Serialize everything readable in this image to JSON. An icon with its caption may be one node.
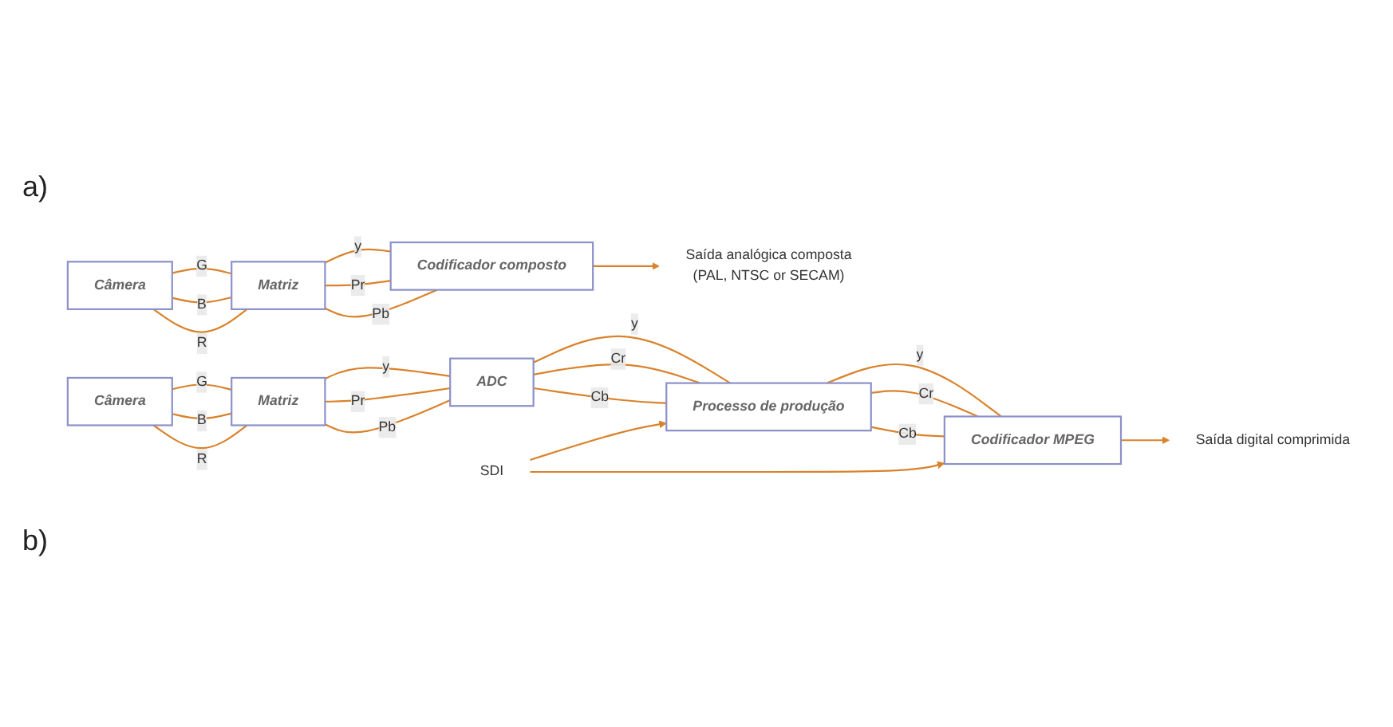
{
  "diagram": {
    "nodes": [
      {
        "text": [
          "Câmera"
        ]
      },
      {
        "text": [
          "Matriz"
        ]
      },
      {
        "text": [
          "Codificador composto"
        ]
      },
      {
        "text": [
          "Saída analógica composta",
          "(PAL, NTSC or SECAM)"
        ]
      },
      {
        "text": [
          "Câmera"
        ]
      },
      {
        "text": [
          "Matriz"
        ]
      },
      {
        "text": [
          "ADC"
        ]
      },
      {
        "text": [
          "Processo de produção"
        ]
      },
      {
        "text": [
          "Codificador MPEG"
        ]
      },
      {
        "text": [
          "Saída digital comprimida"
        ]
      },
      {
        "text": [
          "SDI"
        ]
      }
    ],
    "edges": [
      {
        "from": 0,
        "to": 1,
        "arrow": "none",
        "label": "G"
      },
      {
        "from": 0,
        "to": 1,
        "arrow": "none",
        "label": "B"
      },
      {
        "from": 0,
        "to": 1,
        "arrow": "none",
        "label": "R"
      },
      {
        "from": 1,
        "to": 2,
        "arrow": "none",
        "label": "y"
      },
      {
        "from": 1,
        "to": 2,
        "arrow": "none",
        "label": "Pr"
      },
      {
        "from": 1,
        "to": 2,
        "arrow": "none",
        "label": "Pb"
      },
      {
        "from": 2,
        "to": 3,
        "arrow": "to"
      },
      {
        "from": 4,
        "to": 5,
        "arrow": "none",
        "label": "G"
      },
      {
        "from": 4,
        "to": 5,
        "arrow": "none",
        "label": "B"
      },
      {
        "from": 4,
        "to": 5,
        "arrow": "none",
        "label": "R"
      },
      {
        "from": 5,
        "to": 6,
        "arrow": "none",
        "label": "y"
      },
      {
        "from": 5,
        "to": 6,
        "arrow": "none",
        "label": "Pr"
      },
      {
        "from": 5,
        "to": 6,
        "arrow": "none",
        "label": "Pb"
      },
      {
        "from": 6,
        "to": 7,
        "arrow": "none",
        "label": "y"
      },
      {
        "from": 6,
        "to": 7,
        "arrow": "none",
        "label": "Cr"
      },
      {
        "from": 6,
        "to": 7,
        "arrow": "none",
        "label": "Cb"
      },
      {
        "from": 7,
        "to": 8,
        "arrow": "none",
        "label": "y"
      },
      {
        "from": 7,
        "to": 8,
        "arrow": "none",
        "label": "Cr"
      },
      {
        "from": 7,
        "to": 8,
        "arrow": "none",
        "label": "Cb"
      },
      {
        "from": 8,
        "to": 9,
        "arrow": "to"
      },
      {
        "from": 10,
        "to": 7,
        "arrow": "to"
      },
      {
        "from": 10,
        "to": 8,
        "arrow": "to"
      }
    ],
    "labels": [
      "a)",
      "b)"
    ]
  }
}
